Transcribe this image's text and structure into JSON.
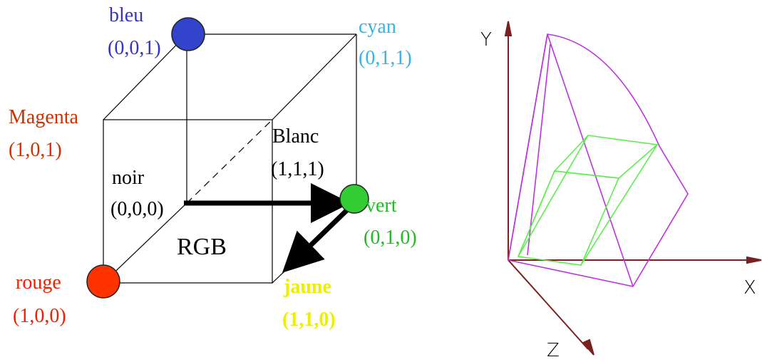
{
  "rgb_cube": {
    "title": "RGB",
    "vertices": {
      "bleu": {
        "name": "bleu",
        "coords": "(0,0,1)",
        "color": "#3333cc"
      },
      "cyan": {
        "name": "cyan",
        "coords": "(0,1,1)",
        "color": "#33b5e5"
      },
      "magenta": {
        "name": "Magenta",
        "coords": "(1,0,1)",
        "color": "#cc3300"
      },
      "blanc": {
        "name": "Blanc",
        "coords": "(1,1,1)",
        "color": "#000000"
      },
      "noir": {
        "name": "noir",
        "coords": "(0,0,0)",
        "color": "#000000"
      },
      "vert": {
        "name": "vert",
        "coords": "(0,1,0)",
        "color": "#22bb22"
      },
      "rouge": {
        "name": "rouge",
        "coords": "(1,0,0)",
        "color": "#ee2200"
      },
      "jaune": {
        "name": "jaune",
        "coords": "(1,1,0)",
        "color": "#eeee00"
      }
    },
    "dot_colors": {
      "blue": "#3344cc",
      "green": "#33cc33",
      "red": "#ff3300"
    }
  },
  "hsv_figure": {
    "axes": {
      "x": "X",
      "y": "Y",
      "z": "Z"
    },
    "colors": {
      "axis": "#7a2020",
      "cone": "#bb33dd",
      "cube": "#55ee44"
    }
  }
}
